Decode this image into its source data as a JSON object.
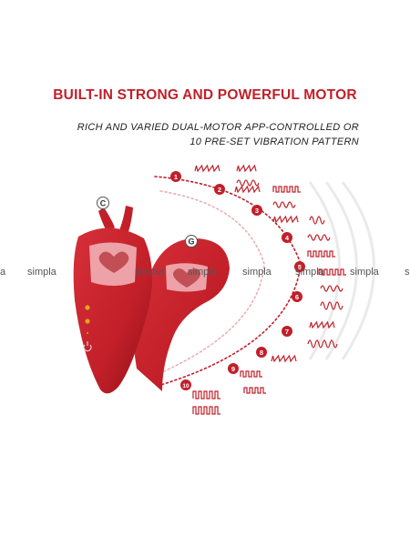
{
  "headline": "BUILT-IN STRONG AND POWERFUL MOTOR",
  "subtitle_line1": "RICH AND VARIED DUAL-MOTOR APP-CONTROLLED OR",
  "subtitle_line2": "10 PRE-SET VIBRATION PATTERN",
  "watermark": [
    "a",
    "simpla",
    "simpla",
    "simpla",
    "simpla",
    "simpla",
    "simpla",
    "s"
  ],
  "device_labels": {
    "clitoral": "C",
    "gspot": "G"
  },
  "pattern_numbers": [
    "1",
    "2",
    "3",
    "4",
    "5",
    "6",
    "7",
    "8",
    "9",
    "10"
  ],
  "colors": {
    "accent": "#c0202a",
    "device_red": "#c8232d",
    "dark_red": "#8e1219",
    "button_gold": "#e6a51c"
  },
  "icons": [
    "power-icon",
    "heart-window-icon",
    "wave-pattern-icon"
  ]
}
